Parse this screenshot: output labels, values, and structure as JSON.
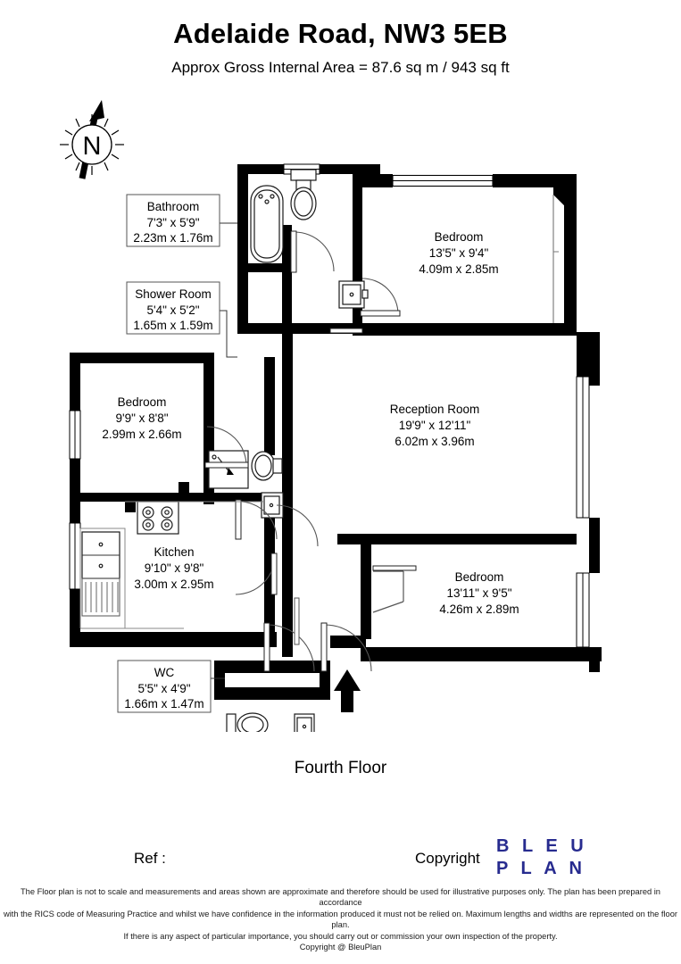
{
  "header": {
    "title": "Adelaide Road, NW3 5EB",
    "subtitle": "Approx Gross Internal Area = 87.6 sq m / 943 sq ft"
  },
  "floor_caption": "Fourth Floor",
  "compass": {
    "label": "N",
    "name": "north-compass"
  },
  "rooms": [
    {
      "id": "bathroom",
      "name": "Bathroom",
      "imperial": "7'3\" x 5'9\"",
      "metric": "2.23m x 1.76m",
      "boxed": true
    },
    {
      "id": "shower-room",
      "name": "Shower Room",
      "imperial": "5'4\" x 5'2\"",
      "metric": "1.65m x 1.59m",
      "boxed": true
    },
    {
      "id": "bedroom-1",
      "name": "Bedroom",
      "imperial": "13'5\" x 9'4\"",
      "metric": "4.09m x 2.85m",
      "boxed": false
    },
    {
      "id": "bedroom-2",
      "name": "Bedroom",
      "imperial": "9'9\" x 8'8\"",
      "metric": "2.99m x 2.66m",
      "boxed": false
    },
    {
      "id": "reception-room",
      "name": "Reception Room",
      "imperial": "19'9\" x 12'11\"",
      "metric": "6.02m x 3.96m",
      "boxed": false
    },
    {
      "id": "kitchen",
      "name": "Kitchen",
      "imperial": "9'10\" x 9'8\"",
      "metric": "3.00m x 2.95m",
      "boxed": false
    },
    {
      "id": "bedroom-3",
      "name": "Bedroom",
      "imperial": "13'11\" x 9'5\"",
      "metric": "4.26m x 2.89m",
      "boxed": false
    },
    {
      "id": "wc",
      "name": "WC",
      "imperial": "5'5\" x 4'9\"",
      "metric": "1.66m x 1.47m",
      "boxed": true
    }
  ],
  "footer": {
    "ref_label": "Ref  :",
    "copyright_label": "Copyright",
    "logo_line1": "B L E U",
    "logo_line2": "P L A N",
    "logo_color": "#272b8f"
  },
  "disclaimer": {
    "line1": "The Floor plan is not to scale and measurements and areas shown are approximate and therefore should be used for illustrative purposes only. The plan has been prepared in accordance",
    "line2": "with the RICS code of Measuring Practice and whilst we have confidence in the information produced it must not be relied on. Maximum lengths and widths are represented on the floor plan.",
    "line3": "If there is any aspect of particular importance, you should carry out or commission your own inspection of the property.",
    "line4": "Copyright @ BleuPlan"
  },
  "colors": {
    "wall": "#000000",
    "background": "#ffffff",
    "fixture_stroke": "#1a1a1a",
    "label_box_border": "#555555"
  }
}
